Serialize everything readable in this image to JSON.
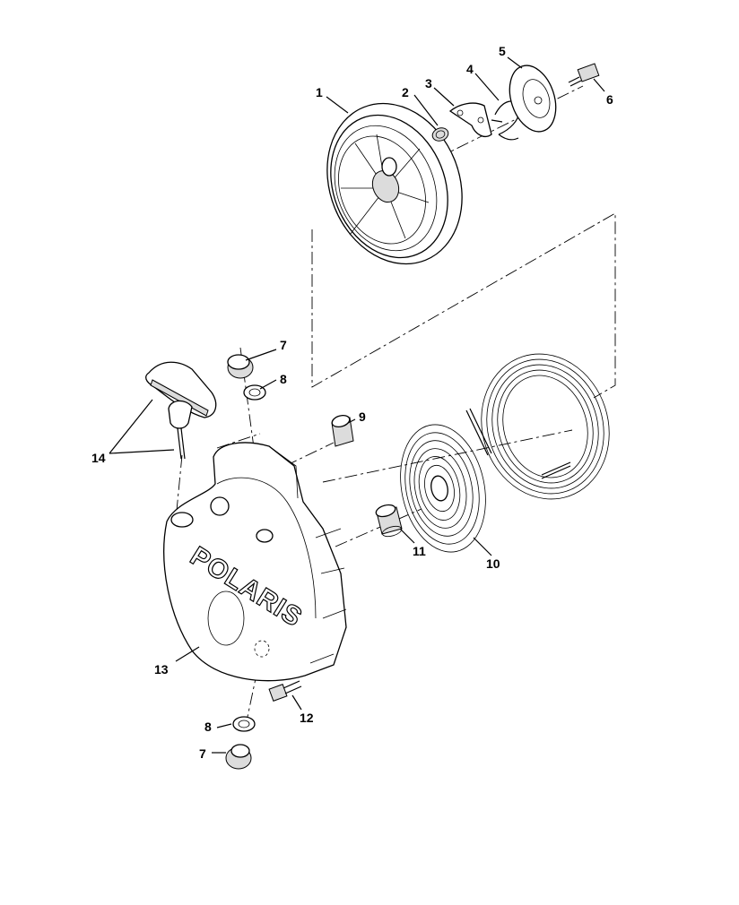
{
  "callouts": {
    "c1": "1",
    "c2": "2",
    "c3": "3",
    "c4": "4",
    "c5": "5",
    "c6": "6",
    "c7a": "7",
    "c8a": "8",
    "c9": "9",
    "c10": "10",
    "c11": "11",
    "c12": "12",
    "c13": "13",
    "c14": "14",
    "c8b": "8",
    "c7b": "7"
  },
  "housing_logo": "POLARIS"
}
